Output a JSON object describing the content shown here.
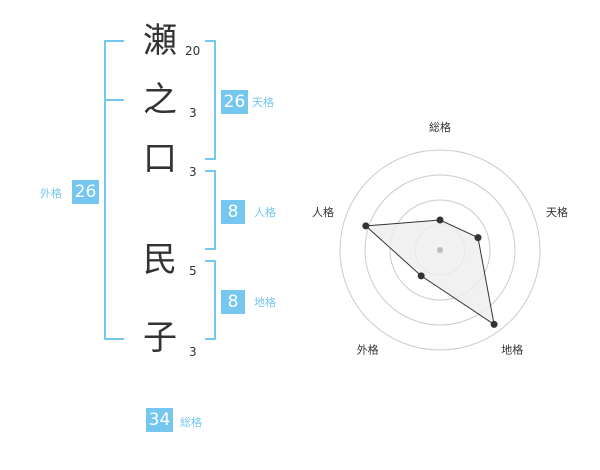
{
  "name": {
    "chars": [
      {
        "char": "瀬",
        "strokes": "20"
      },
      {
        "char": "之",
        "strokes": "3"
      },
      {
        "char": "口",
        "strokes": "3"
      },
      {
        "char": "民",
        "strokes": "5"
      },
      {
        "char": "子",
        "strokes": "3"
      }
    ]
  },
  "kakaku": {
    "tenkaku": {
      "value": "26",
      "label": "天格"
    },
    "jinkaku": {
      "value": "8",
      "label": "人格"
    },
    "chikaku": {
      "value": "8",
      "label": "地格"
    },
    "gaikaku": {
      "value": "26",
      "label": "外格"
    },
    "soukaku": {
      "value": "34",
      "label": "総格"
    }
  },
  "colors": {
    "accent": "#75c7f0",
    "text": "#333333",
    "ring": "#cccccc",
    "polygon_fill": "#eeeeee",
    "polygon_stroke": "#333333",
    "dot": "#333333",
    "center_dot": "#bbbbbb"
  },
  "chart_data": {
    "type": "radar",
    "axes": [
      "総格",
      "天格",
      "地格",
      "外格",
      "人格"
    ],
    "values": [
      0.3,
      0.4,
      0.92,
      0.32,
      0.78
    ],
    "rings": 4,
    "range": [
      0,
      1
    ],
    "grid": true
  }
}
